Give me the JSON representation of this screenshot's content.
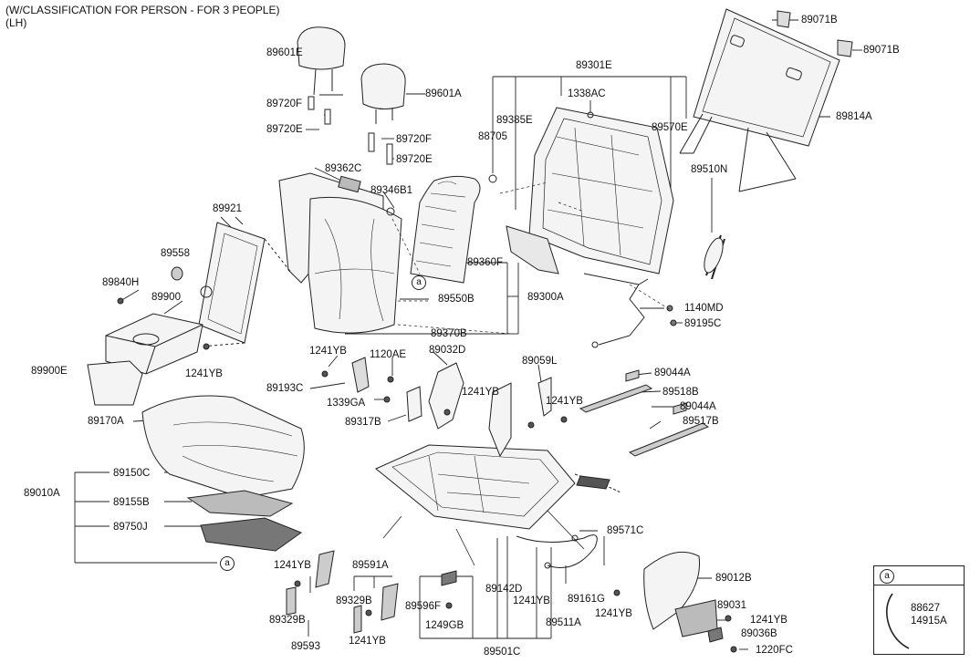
{
  "header": {
    "line1": "(W/CLASSIFICATION FOR PERSON - FOR 3 PEOPLE)",
    "line2": "(LH)"
  },
  "labels": {
    "p89071B_a": "89071B",
    "p89071B_b": "89071B",
    "p89601E": "89601E",
    "p89601A": "89601A",
    "p89720F_a": "89720F",
    "p89720E_a": "89720E",
    "p89720F_b": "89720F",
    "p89720E_b": "89720E",
    "p89301E": "89301E",
    "p1338AC": "1338AC",
    "p89385E": "89385E",
    "p88705": "88705",
    "p89570E": "89570E",
    "p89814A": "89814A",
    "p89510N": "89510N",
    "p89362C": "89362C",
    "p89346B1": "89346B1",
    "p89921": "89921",
    "p89558": "89558",
    "p89840H": "89840H",
    "p89900": "89900",
    "p89360F": "89360F",
    "p89550B": "89550B",
    "p89300A": "89300A",
    "p1140MD": "1140MD",
    "p89195C": "89195C",
    "p89370B": "89370B",
    "p1241YB_a": "1241YB",
    "p1120AE": "1120AE",
    "p89032D": "89032D",
    "p89059L": "89059L",
    "p89044A_a": "89044A",
    "p89900E": "89900E",
    "p1241YB_b": "1241YB",
    "p89193C": "89193C",
    "p1241YB_c": "1241YB",
    "p89518B": "89518B",
    "p1339GA": "1339GA",
    "p1241YB_d": "1241YB",
    "p89044A_b": "89044A",
    "p89170A": "89170A",
    "p89317B": "89317B",
    "p89517B": "89517B",
    "p89150C": "89150C",
    "p89010A": "89010A",
    "p89155B": "89155B",
    "p89750J": "89750J",
    "p89571C": "89571C",
    "p1241YB_e": "1241YB",
    "p89591A": "89591A",
    "p89012B": "89012B",
    "p89329B_a": "89329B",
    "p89142D": "89142D",
    "p89161G": "89161G",
    "p89596F": "89596F",
    "p1241YB_f": "1241YB",
    "p89031": "89031",
    "p89329B_b": "89329B",
    "p1249GB": "1249GB",
    "p89511A": "89511A",
    "p1241YB_g": "1241YB",
    "p1241YB_h": "1241YB",
    "p89593": "89593",
    "p1241YB_i": "1241YB",
    "p89036B": "89036B",
    "p89501C": "89501C",
    "p1220FC": "1220FC"
  },
  "markers": {
    "ref_a_1": "a",
    "ref_a_2": "a"
  },
  "legend": {
    "marker": "a",
    "part1": "88627",
    "part2": "14915A"
  },
  "colors": {
    "line": "#222222",
    "part_fill": "#f4f4f4",
    "shade": "#9a9a9a",
    "dark_fill": "#555555"
  }
}
